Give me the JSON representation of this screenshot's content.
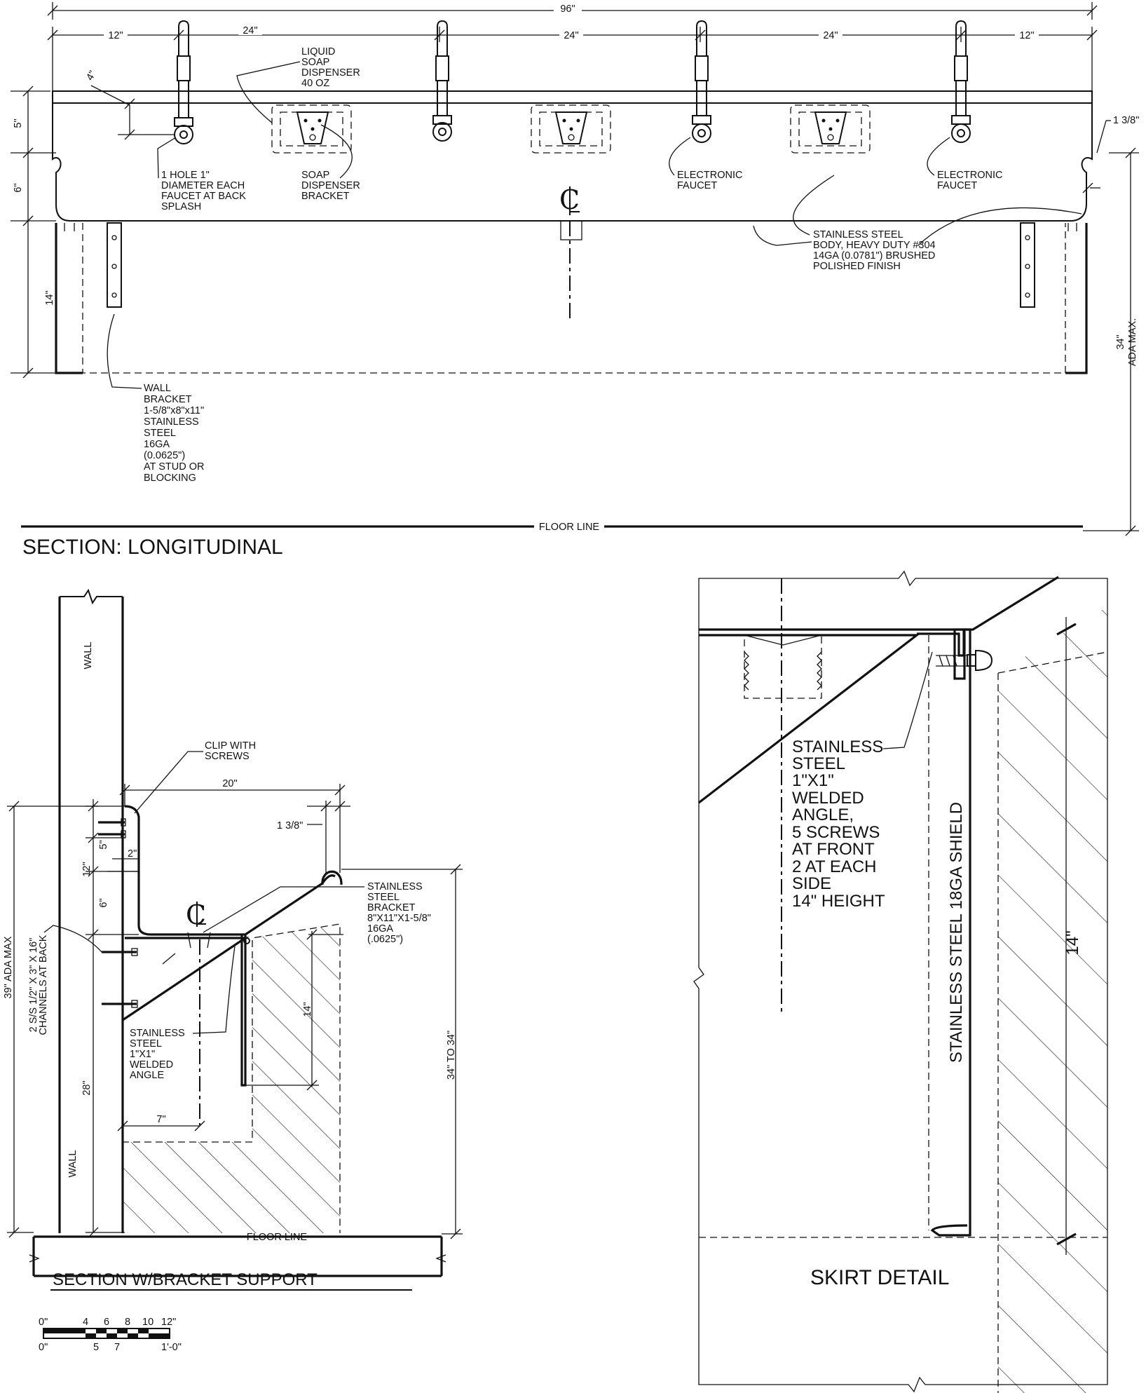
{
  "titles": {
    "longitudinal": "SECTION: LONGITUDINAL",
    "bracket": "SECTION W/BRACKET SUPPORT",
    "skirt": "SKIRT DETAIL"
  },
  "dims": {
    "overall": "96\"",
    "seg_12a": "12\"",
    "seg_24a": "24\"",
    "seg_24b": "24\"",
    "seg_24c": "24\"",
    "seg_12b": "12\"",
    "d4": "4\"",
    "d5": "5\"",
    "d6": "6\"",
    "d14": "14\"",
    "d1_38": "1 3/8\"",
    "ada34": "34\"",
    "ada_max": "ADA MAX.",
    "floor_line": "FLOOR LINE",
    "b20": "20\"",
    "b1_38": "1 3/8\"",
    "b5": "5\"",
    "b2": "2\"",
    "b12": "12\"",
    "b6": "6\"",
    "b14": "14\"",
    "b28": "28\"",
    "b7": "7\"",
    "b39": "39\" ADA MAX",
    "b34": "34\" TO 34\"",
    "b_floor": "FLOOR LINE",
    "wall": "WALL",
    "s14": "14\""
  },
  "notes": {
    "soap": [
      "LIQUID",
      "SOAP",
      "DISPENSER",
      "40 OZ"
    ],
    "hole": [
      "1 HOLE 1\"",
      "DIAMETER EACH",
      "FAUCET AT BACK",
      "SPLASH"
    ],
    "bracket_soap": [
      "SOAP",
      "DISPENSER",
      "BRACKET"
    ],
    "faucet1": [
      "ELECTRONIC",
      "FAUCET"
    ],
    "faucet2": [
      "ELECTRONIC",
      "FAUCET"
    ],
    "body": [
      "STAINLESS STEEL",
      "BODY, HEAVY DUTY #304",
      "14GA (0.0781\") BRUSHED",
      "POLISHED FINISH"
    ],
    "wall_bracket": [
      "WALL",
      "BRACKET",
      "1-5/8\"x8\"x11\"",
      "STAINLESS",
      "STEEL",
      "16GA",
      "(0.0625\")",
      "AT STUD OR",
      "BLOCKING"
    ],
    "clip": [
      "CLIP WITH",
      "SCREWS"
    ],
    "ss_bracket": [
      "STAINLESS",
      "STEEL",
      "BRACKET",
      "8\"X11\"X1-5/8\"",
      "16GA",
      "(.0625\")"
    ],
    "angle": [
      "STAINLESS",
      "STEEL",
      "1\"X1\"",
      "WELDED",
      "ANGLE"
    ],
    "channels": [
      "2 S/S 1/2\" X 3\" X 16\"",
      "CHANNELS AT BACK"
    ],
    "skirt_angle": [
      "STAINLESS",
      "STEEL",
      "1\"X1\"",
      "WELDED",
      "ANGLE,",
      "5 SCREWS",
      "AT FRONT",
      "2 AT EACH",
      "SIDE",
      "14\" HEIGHT"
    ],
    "shield": "STAINLESS STEEL 18GA SHIELD"
  },
  "scale": {
    "top": [
      "0\"",
      "4",
      "6",
      "8",
      "10",
      "12\""
    ],
    "bottom": [
      "0\"",
      "5",
      "7",
      "1'-0\""
    ]
  }
}
